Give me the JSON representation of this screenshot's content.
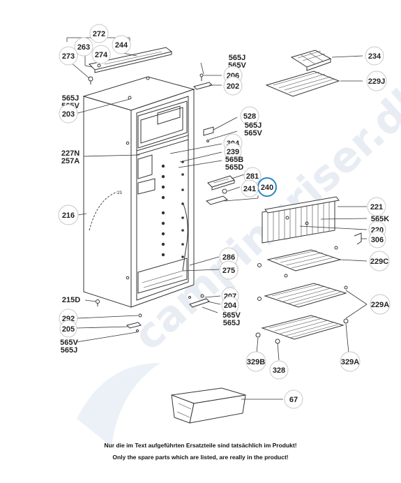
{
  "watermark": "campingriser.dk",
  "footer": {
    "line_de": "Nur die im Text aufgeführten Ersatzteile sind tatsächlich im Produkt!",
    "line_en": "Only the spare parts which are listed, are really in the product!"
  },
  "callouts": {
    "c272": "272",
    "c263": "263",
    "c274": "274",
    "c244": "244",
    "c273": "273",
    "c565J_a": "565J",
    "c565V_a": "565V",
    "c206": "206",
    "c202": "202",
    "c234": "234",
    "c229J": "229J",
    "c565J_b": "565J",
    "c565V_b": "565V",
    "c203": "203",
    "c528": "528",
    "c565J_c": "565J",
    "c565V_c": "565V",
    "c304": "304",
    "c239": "239",
    "c565B": "565B",
    "c565D": "565D",
    "c227N": "227N",
    "c257A": "257A",
    "c281": "281",
    "c240": "240",
    "c241": "241",
    "c216": "216",
    "c221": "221",
    "c565K": "565K",
    "c220": "220",
    "c306": "306",
    "c286": "286",
    "c275": "275",
    "c229C": "229C",
    "c215D": "215D",
    "c207": "207",
    "c204": "204",
    "c292": "292",
    "c565V_d": "565V",
    "c565J_d": "565J",
    "c205": "205",
    "c565V_e": "565V",
    "c565J_e": "565J",
    "c229A": "229A",
    "c329B": "329B",
    "c328": "328",
    "c329A": "329A",
    "c67": "67",
    "c23": "23"
  }
}
